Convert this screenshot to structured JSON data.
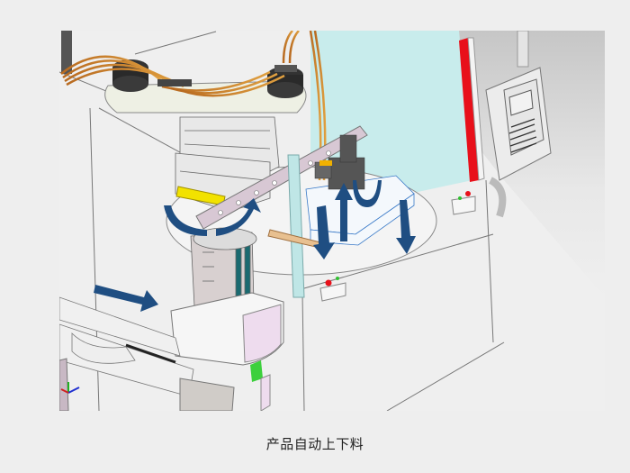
{
  "figure": {
    "alt": "CAD illustration of automatic loading and unloading machine with rotary table, manipulator arm, conveyor slide and control pendant",
    "arrows": [
      {
        "name": "feed-arrow",
        "direction": "right-down"
      },
      {
        "name": "rotate-arrow",
        "direction": "clockwise"
      },
      {
        "name": "down-arrow-left",
        "direction": "down"
      },
      {
        "name": "up-arrow",
        "direction": "up"
      },
      {
        "name": "u-turn-arrow",
        "direction": "u-turn"
      },
      {
        "name": "down-arrow-right",
        "direction": "down"
      }
    ],
    "colors": {
      "arrow": "#1f4e82",
      "glass_panel": "#c8ecec",
      "safety_bar": "#e8101a",
      "cable": "#c8782a",
      "highlight": "#f2e200",
      "pink_cover": "#eedcee"
    }
  },
  "caption": {
    "text": "产品自动上下料"
  }
}
